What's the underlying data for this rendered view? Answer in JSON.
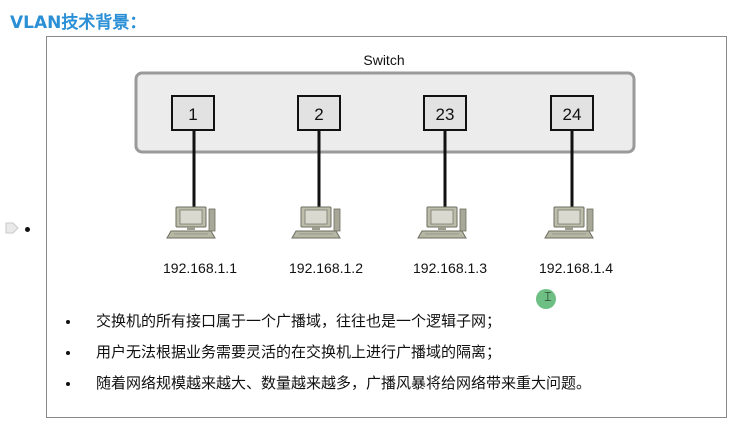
{
  "title": "VLAN技术背景：",
  "diagram": {
    "switch_label": "Switch",
    "ports": [
      {
        "label": "1",
        "ip": "192.168.1.1"
      },
      {
        "label": "2",
        "ip": "192.168.1.2"
      },
      {
        "label": "23",
        "ip": "192.168.1.3"
      },
      {
        "label": "24",
        "ip": "192.168.1.4"
      }
    ]
  },
  "bullets": [
    "交换机的所有接口属于一个广播域，往往也是一个逻辑子网；",
    "用户无法根据业务需要灵活的在交换机上进行广播域的隔离；",
    "随着网络规模越来越大、数量越来越多，广播风暴将给网络带来重大问题。"
  ],
  "colors": {
    "title": "#2b8fd6",
    "switch_fill": "#ececec",
    "switch_border": "#9a9a9a",
    "port_fill": "#e2e2e2",
    "computer": "#b9b9a9",
    "cursor_highlight": "#3caa5a"
  },
  "icons": [
    "computer-icon",
    "cursor-icon"
  ]
}
